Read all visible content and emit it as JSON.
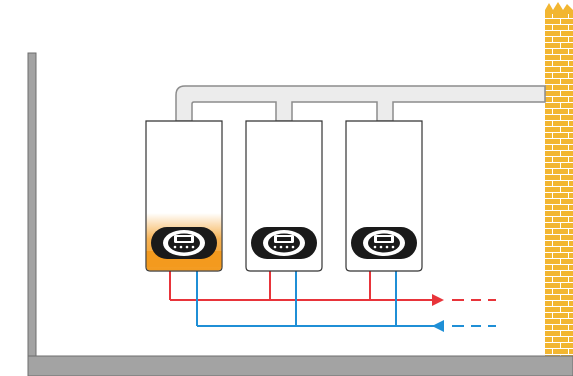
{
  "colors": {
    "background": "#ffffff",
    "wall_fill": "#f2b631",
    "wall_mortar": "#ffffff",
    "structure_gray": "#a3a3a3",
    "structure_outline": "#6e6e6e",
    "flue_fill": "#ececec",
    "flue_outline": "#8c8c8c",
    "boiler_body": "#ffffff",
    "boiler_outline": "#333333",
    "active_boiler_glow": "#f39a1e",
    "control_dark": "#1a1a1a",
    "hot_water_pipe": "#e8343a",
    "cold_water_pipe": "#1f8fd6"
  },
  "boilers": [
    {
      "id": "boiler-1",
      "state": "active"
    },
    {
      "id": "boiler-2",
      "state": "idle"
    },
    {
      "id": "boiler-3",
      "state": "idle"
    }
  ],
  "pipes": {
    "flow": {
      "direction": "outgoing",
      "icon": "arrow-right-icon"
    },
    "return": {
      "direction": "incoming",
      "icon": "arrow-left-icon"
    }
  }
}
